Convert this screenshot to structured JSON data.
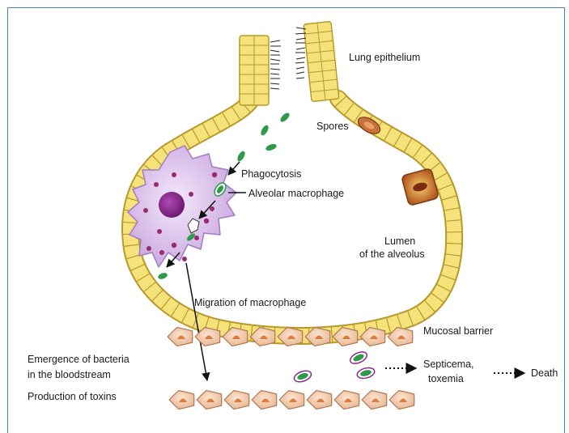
{
  "labels": {
    "lung_epithelium": "Lung epithelium",
    "spores": "Spores",
    "phagocytosis": "Phagocytosis",
    "alveolar_macrophage": "Alveolar macrophage",
    "lumen_line1": "Lumen",
    "lumen_line2": "of the alveolus",
    "migration": "Migration of macrophage",
    "mucosal_barrier": "Mucosal barrier",
    "emergence_line1": "Emergence of bacteria",
    "emergence_line2": "in the bloodstream",
    "production": "Production of toxins",
    "septicema_line1": "Septicema,",
    "septicema_line2": "toxemia",
    "death": "Death"
  },
  "colors": {
    "frame": "#4a7fb5",
    "epithelium_fill": "#f6e27a",
    "epithelium_stroke": "#b89a2c",
    "macrophage_fill": "#d6b8e8",
    "macrophage_nucleus": "#8a2a8e",
    "granule": "#9a2a6e",
    "spore": "#2e9a4a",
    "mucosal_cell": "#f2c8a8",
    "mucosal_nucleus": "#e07a3a",
    "alveolar_cell": "#c8703a"
  }
}
